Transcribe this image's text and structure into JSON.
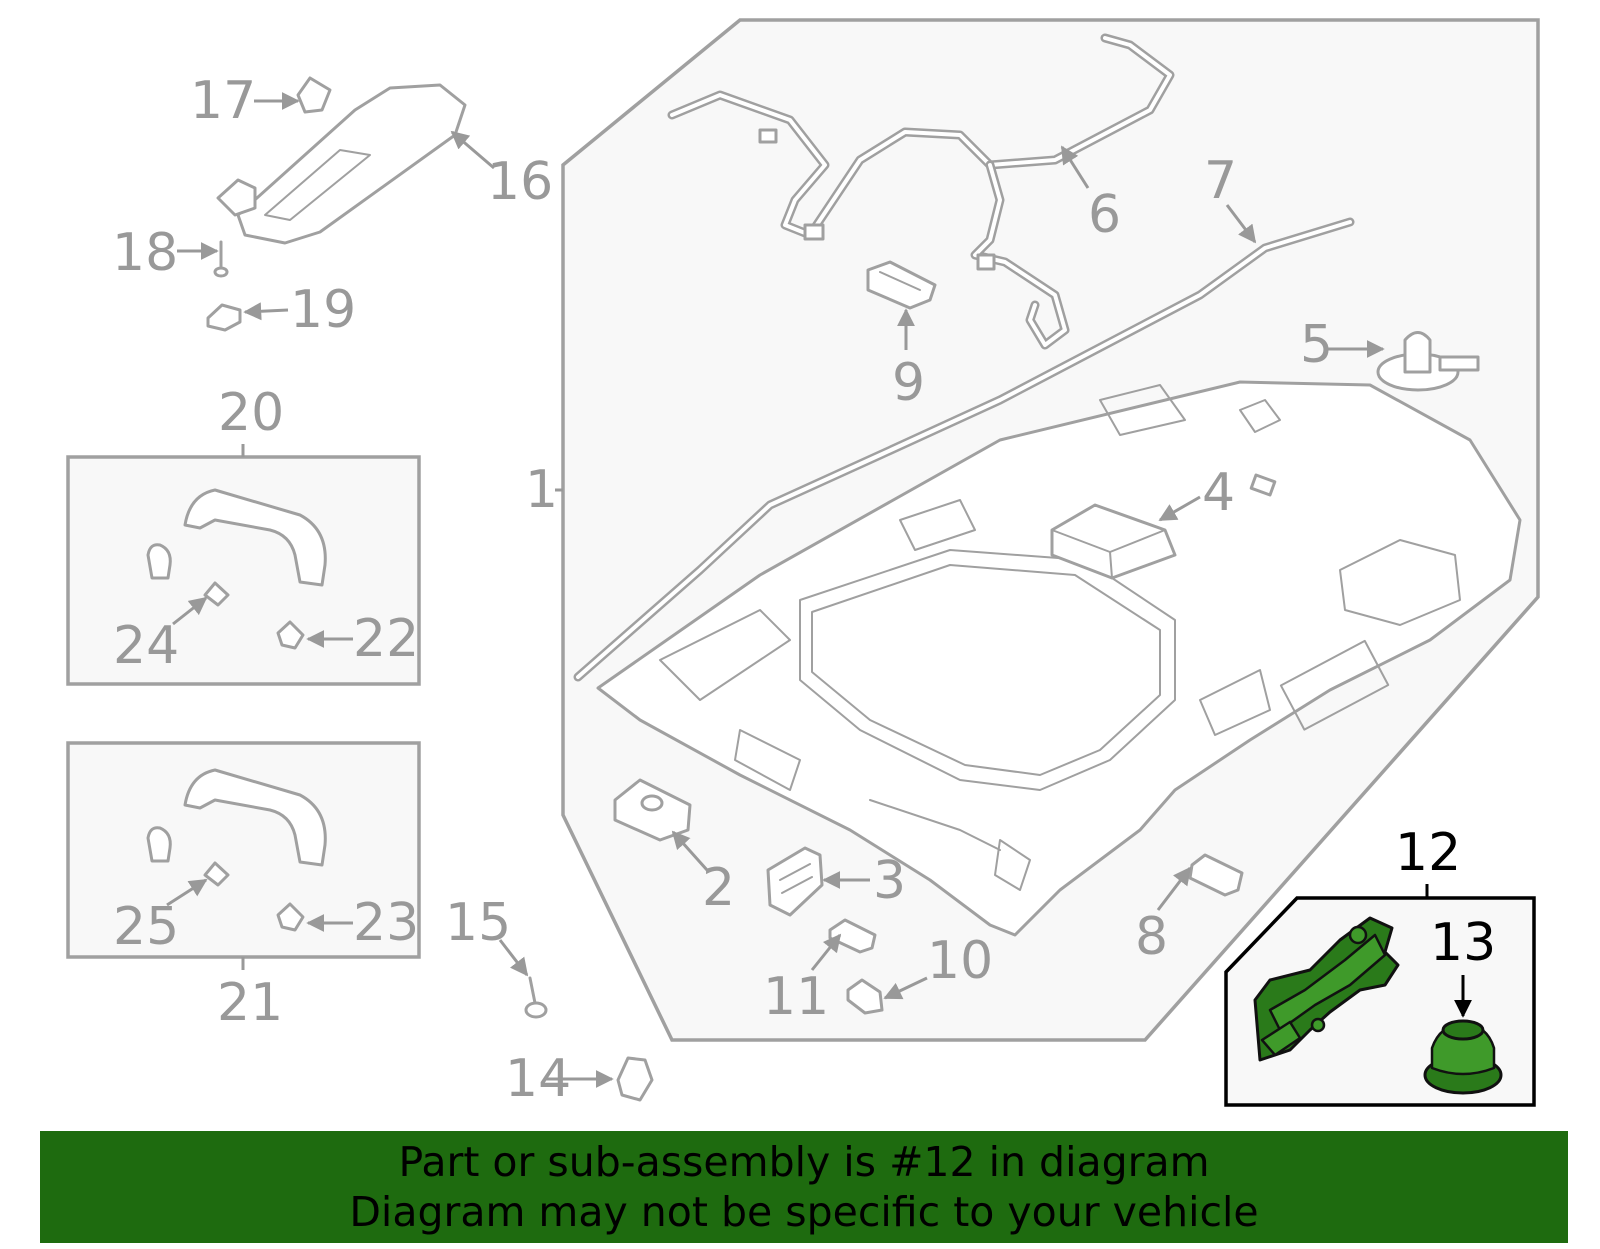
{
  "labels": {
    "l1": "1",
    "l2": "2",
    "l3": "3",
    "l4": "4",
    "l5": "5",
    "l6": "6",
    "l7": "7",
    "l8": "8",
    "l9": "9",
    "l10": "10",
    "l11": "11",
    "l12": "12",
    "l13": "13",
    "l14": "14",
    "l15": "15",
    "l16": "16",
    "l17": "17",
    "l18": "18",
    "l19": "19",
    "l20": "20",
    "l21": "21",
    "l22": "22",
    "l23": "23",
    "l24": "24",
    "l25": "25"
  },
  "banner": {
    "line1": "Part or sub-assembly is #12 in diagram",
    "line2": "Diagram may not be specific to your vehicle"
  },
  "colors": {
    "banner_bg": "#1e6b0f",
    "highlight": "#2a7a1a",
    "line_gray": "#a0a0a0",
    "label_gray": "#999999"
  }
}
